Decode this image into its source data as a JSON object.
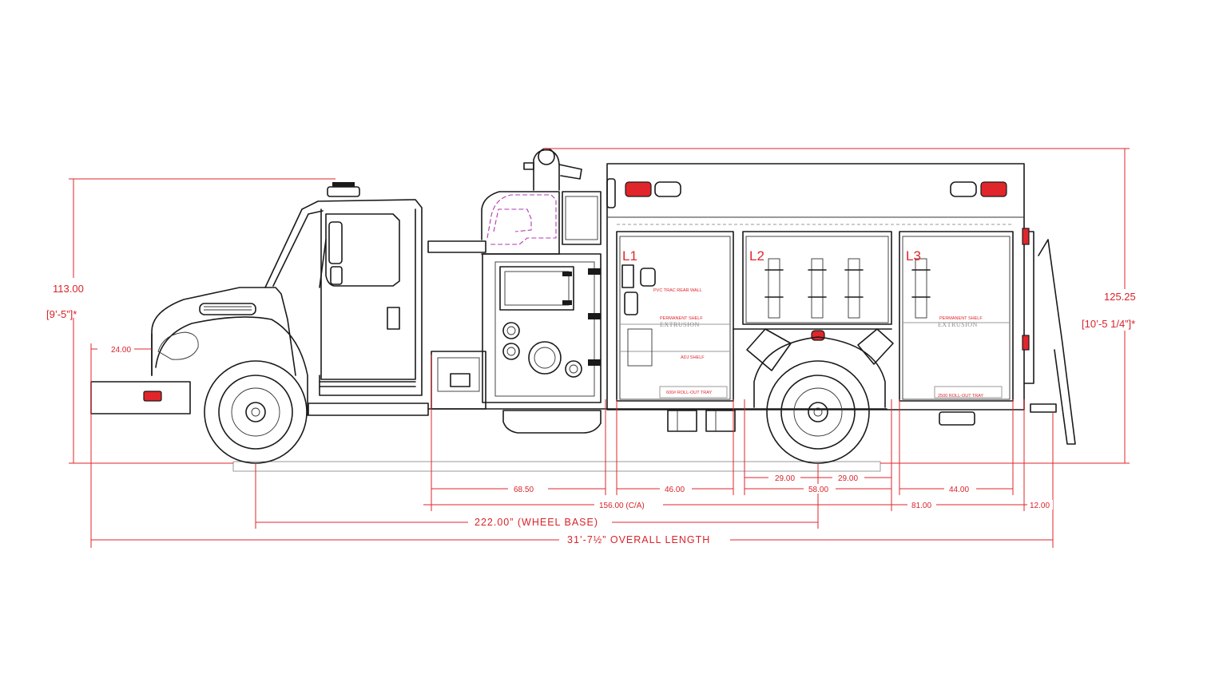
{
  "dimensions": {
    "height_left": "113.00",
    "height_left_ft": "[9’-5”]*",
    "front_overhang": "24.00",
    "height_right": "125.25",
    "height_right_ft": "[10’-5 1/4”]*",
    "pump_section": "68.50",
    "compartment_l1": "46.00",
    "compartment_l2": "58.00",
    "axle_front_half": "29.00",
    "axle_rear_half": "29.00",
    "compartment_l3": "44.00",
    "cab_to_axle": "156.00 (C/A)",
    "rear_section": "81.00",
    "rear_overhang": "12.00",
    "wheel_base": "222.00” (WHEEL BASE)",
    "overall_length": "31’-7½” OVERALL LENGTH"
  },
  "compartments": [
    {
      "label": "L1"
    },
    {
      "label": "L2"
    },
    {
      "label": "L3"
    }
  ],
  "notes": {
    "l1_wall": "PVC TRAC REAR WALL",
    "l1_shelf": "PERMANENT SHELF",
    "l1_extrusion": "EXTRUSION",
    "l1_adj": "ADJ SHELF",
    "l1_tray": "600# ROLL-OUT TRAY",
    "l3_shelf": "PERMANENT SHELF",
    "l3_extrusion": "EXTRUSION",
    "l3_tray": "2500 ROLL-OUT TRAY"
  },
  "colors": {
    "dimension": "#e0262b",
    "linework": "#1a1a1a",
    "hidden_line": "#b23ab5"
  }
}
